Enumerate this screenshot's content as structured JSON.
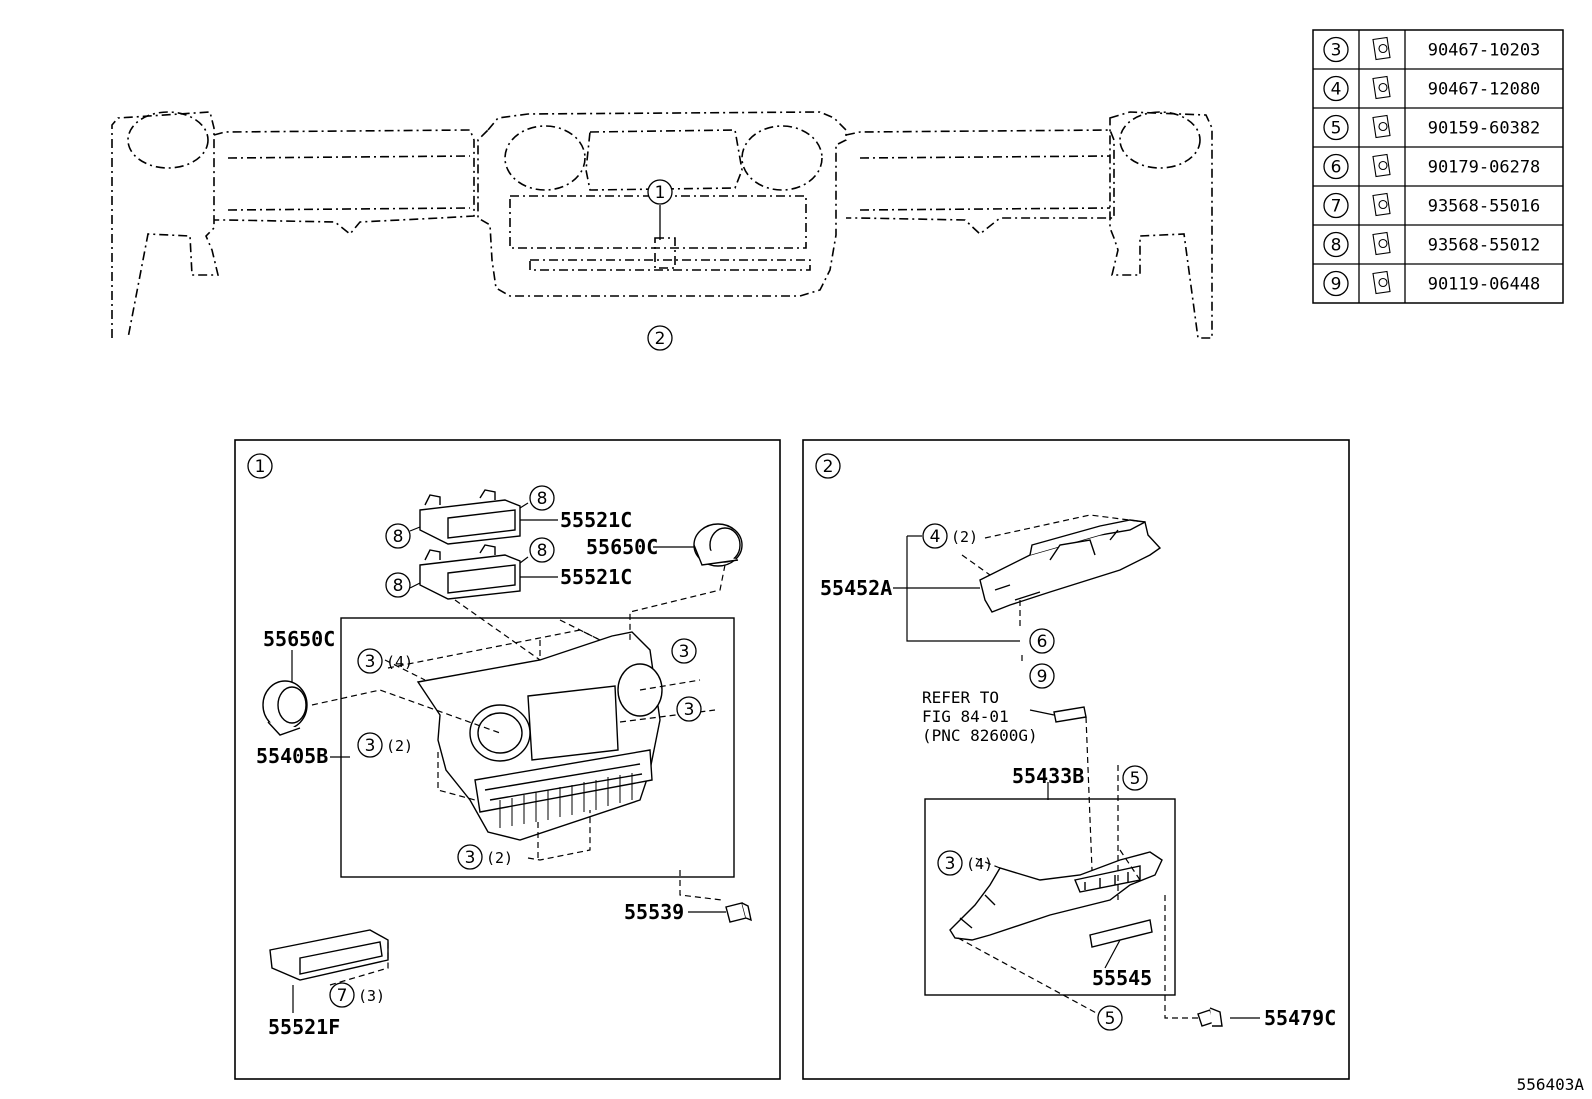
{
  "diagram_id": "556403A",
  "parts_table": [
    {
      "ref": "3",
      "part": "90467-10203"
    },
    {
      "ref": "4",
      "part": "90467-12080"
    },
    {
      "ref": "5",
      "part": "90159-60382"
    },
    {
      "ref": "6",
      "part": "90179-06278"
    },
    {
      "ref": "7",
      "part": "93568-55016"
    },
    {
      "ref": "8",
      "part": "93568-55012"
    },
    {
      "ref": "9",
      "part": "90119-06448"
    }
  ],
  "overview": {
    "callout_1": "1",
    "callout_2": "2"
  },
  "panel1": {
    "number": "1",
    "labels": {
      "p55521C_top": "55521C",
      "p55521C_bottom": "55521C",
      "p55650C_right": "55650C",
      "p55650C_left": "55650C",
      "p55405B": "55405B",
      "p55539": "55539",
      "p55521F": "55521F"
    },
    "callouts": {
      "c8a": "8",
      "c8b": "8",
      "c8c": "8",
      "c8d": "8",
      "c3a": "3",
      "c3a_qty": "(4)",
      "c3b": "3",
      "c3c": "3",
      "c3d": "3",
      "c3d_qty": "(2)",
      "c3e": "3",
      "c3e_qty": "(2)",
      "c7": "7",
      "c7_qty": "(3)"
    }
  },
  "panel2": {
    "number": "2",
    "labels": {
      "p55452A": "55452A",
      "p55433B": "55433B",
      "p55545": "55545",
      "p55479C": "55479C"
    },
    "refer": {
      "line1": "REFER TO",
      "line2": "FIG 84-01",
      "line3": "(PNC 82600G)"
    },
    "callouts": {
      "c4": "4",
      "c4_qty": "(2)",
      "c6": "6",
      "c9": "9",
      "c5a": "5",
      "c5b": "5",
      "c3": "3",
      "c3_qty": "(4)"
    }
  }
}
